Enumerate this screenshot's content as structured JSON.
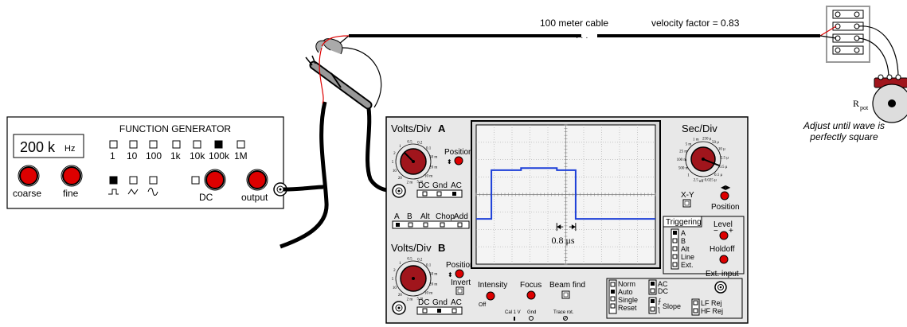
{
  "cable": {
    "label": "100 meter cable",
    "dots": "· · ·",
    "velocity": "velocity factor = 0.83"
  },
  "pot": {
    "label_main": "R",
    "label_sub": "pot",
    "note_line1": "Adjust until wave is",
    "note_line2": "perfectly square"
  },
  "function_generator": {
    "title": "FUNCTION GENERATOR",
    "freq_value": "200 k",
    "freq_unit": "Hz",
    "ranges": [
      "1",
      "10",
      "100",
      "1k",
      "10k",
      "100k",
      "1M"
    ],
    "selected_range": "100k",
    "coarse": "coarse",
    "fine": "fine",
    "dc": "DC",
    "output": "output"
  },
  "scope": {
    "volts_div_a": "Volts/Div",
    "channel_a": "A",
    "volts_div_b": "Volts/Div",
    "channel_b": "B",
    "position": "Position",
    "coupling": [
      "DC",
      "Gnd",
      "AC"
    ],
    "modes": [
      "A",
      "B",
      "Alt",
      "Chop",
      "Add"
    ],
    "invert": "Invert",
    "volt_dial_labels": [
      "0.5",
      "0.2",
      "0.1",
      "50 m",
      "20 m",
      "10 m",
      "5 m",
      "2 m",
      "20",
      "10",
      "5",
      "2",
      "1"
    ],
    "sec_div": "Sec/Div",
    "sec_dial_labels": [
      "250 μ",
      "50 μ",
      "10 μ",
      "2.5 μ",
      "0.5 μ",
      "0.1 μ",
      "0.025 μ",
      "off",
      "2.5",
      "1",
      "500 m",
      "100 m",
      "25 m",
      "5 m",
      "1 m"
    ],
    "xy": "X-Y",
    "h_position": "Position",
    "measurement": "0.8 μs",
    "triggering": "Triggering",
    "trigger_sources": [
      "A",
      "B",
      "Alt",
      "Line",
      "Ext."
    ],
    "level": "Level",
    "holdoff": "Holdoff",
    "ext_input": "Ext. input",
    "intensity": "Intensity",
    "off": "Off",
    "focus": "Focus",
    "beam_find": "Beam find",
    "cal": "Cal 1 V",
    "gnd": "Gnd",
    "trace_rot": "Trace rot.",
    "sweep_modes": [
      "Norm",
      "Auto",
      "Single",
      "Reset"
    ],
    "trig_coupling": [
      "AC",
      "DC"
    ],
    "slope": "Slope",
    "filters": [
      "LF Rej",
      "HF Rej"
    ],
    "waveform": {
      "t_rise_div": 0.85,
      "t_fall_div": 5.55,
      "baseline_div": -1.4,
      "top_div": 1.4,
      "reflection_start_div": 2.5,
      "reflection_end_div": 4.5,
      "reflection_step_div": 0.12,
      "meas_start_div": 4.5,
      "meas_end_div": 5.55
    }
  }
}
